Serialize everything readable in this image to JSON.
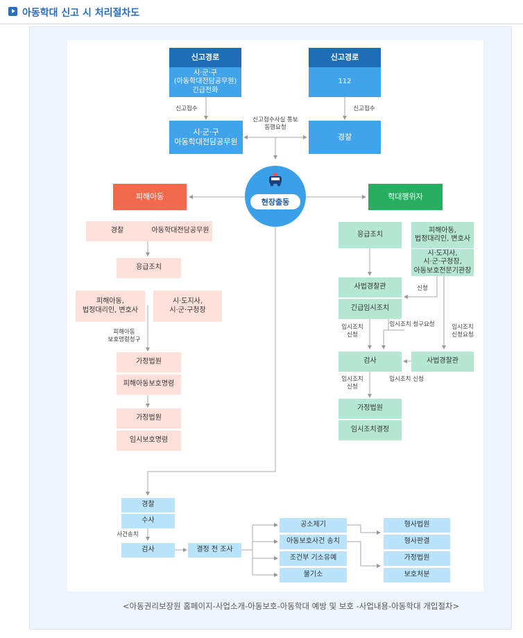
{
  "header": {
    "title": "아동학대 신고 시 처리절차도"
  },
  "top": {
    "report_route_1": "신고경로",
    "report_route_1_body": "시·군·구\n(아동학대전담공무원)\n긴급전화",
    "report_route_2": "신고경로",
    "report_route_2_body": "112",
    "receipt_label_1": "신고접수",
    "receipt_label_2": "신고접수",
    "notice_label": "신고접수사실 통보\n동행요청",
    "official_box": "시·군·구\n아동학대전담공무원",
    "police_box": "경찰"
  },
  "center": {
    "dispatch": "현장출동",
    "car_icon": "police-car-icon"
  },
  "victim": {
    "header": "피해아동",
    "police": "경찰",
    "official": "아동학대전담공무원",
    "emergency": "응급조치",
    "parties": "피해아동,\n법정대리인, 변호사",
    "mayor": "시·도지사,\n시·군·구청장",
    "request_label": "피해아동\n보호명령청구",
    "family_court_1": "가정법원",
    "protection_order": "피해아동보호명령",
    "family_court_2": "가정법원",
    "temp_order": "임시보호명령"
  },
  "abuser": {
    "header": "학대행위자",
    "emergency": "응급조치",
    "parties": "피해아동,\n법정대리인, 변호사",
    "authorities": "시·도지사,\n시·군·구청장,\n아동보호전문기관장",
    "judicial_police": "사법경찰관",
    "emergency_temp": "긴급임시조치",
    "apply_label": "신청",
    "temp_request_label": "임시조치 청구요청",
    "temp_apply_label_left": "임시조치\n신청",
    "temp_apply_label_right": "임시조치\n신청요청",
    "prosecutor": "검사",
    "judicial_police_2": "사법경찰관",
    "temp_apply_label_2": "임시조치\n신청",
    "temp_apply_label_3": "임시조치 신청",
    "family_court": "가정법원",
    "temp_decision": "임시조치결정"
  },
  "investigation": {
    "police": "경찰",
    "investigate": "수사",
    "transfer_label": "사건송치",
    "prosecutor": "검사",
    "pre_decision": "결정 전 조사",
    "indictment": "공소제기",
    "child_case": "아동보호사건 송치",
    "conditional": "조건부 기소유예",
    "no_prosecution": "불기소",
    "criminal_court": "형사법원",
    "criminal_judgment": "형사판결",
    "family_court": "가정법원",
    "protective_disposition": "보호처분"
  },
  "caption": "<아동권리보장원 홈페이지-사업소개-아동보호-아동학대 예방 및 보호 -사업내용-아동학대 개입절차>",
  "colors": {
    "title": "#2a6ec1",
    "navy": "#1f6db5",
    "blue": "#41a4ea",
    "red": "#f26a4e",
    "green": "#27ae60",
    "pink": "#fde0da",
    "mint": "#b5e7d2",
    "sky": "#b9e4fb"
  }
}
